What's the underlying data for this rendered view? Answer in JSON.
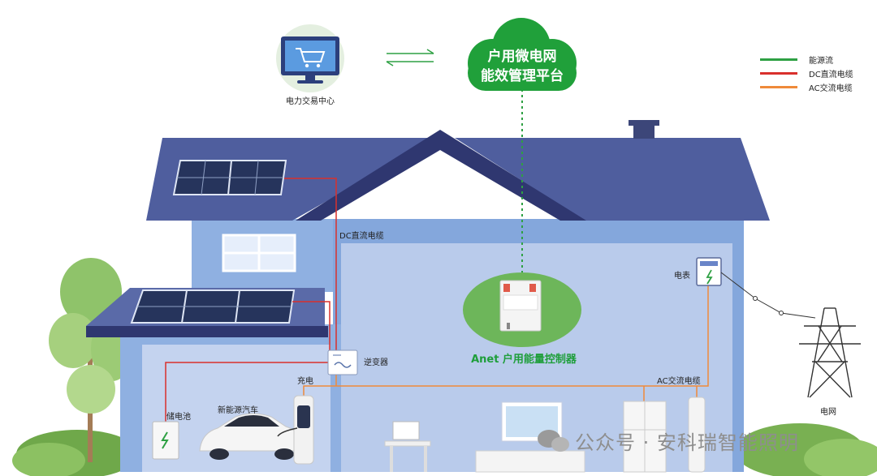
{
  "cloud": {
    "line1": "户用微电网",
    "line2": "能效管理平台"
  },
  "trading_center": {
    "label": "电力交易中心"
  },
  "legend": [
    {
      "label": "能源流",
      "color": "#2ea043"
    },
    {
      "label": "DC直流电缆",
      "color": "#d9302c"
    },
    {
      "label": "AC交流电缆",
      "color": "#ef8a3a"
    }
  ],
  "labels": {
    "dc_cable": "DC直流电缆",
    "ac_cable": "AC交流电缆",
    "inverter": "逆变器",
    "charging": "充电",
    "battery": "储电池",
    "ev": "新能源汽车",
    "meter": "电表",
    "grid": "电网",
    "controller": "Anet 户用能量控制器"
  },
  "watermark": "公众号 · 安科瑞智能照明"
}
